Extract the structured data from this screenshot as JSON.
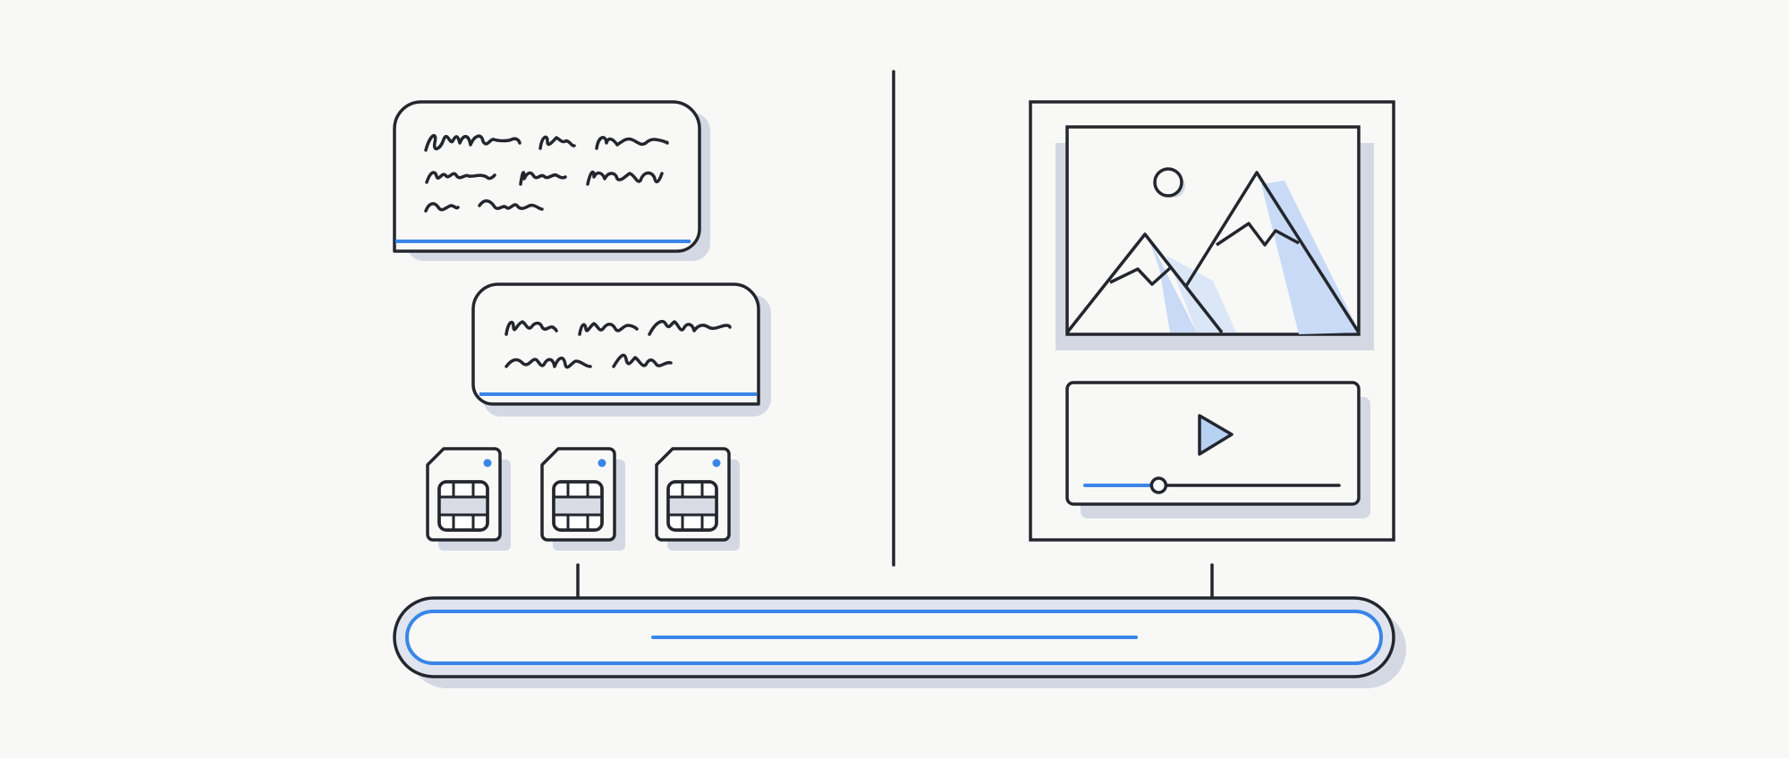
{
  "colors": {
    "background": "#f8f8f7",
    "stroke": "#23262d",
    "accent": "#3a86e8",
    "shadow": "#d4d8e3",
    "fill_light": "#c8daf5",
    "chip": "#d9dce4"
  },
  "left_panel": {
    "message_cards": [
      {
        "content": "handwritten-scribble-text",
        "lines": 3
      },
      {
        "content": "handwritten-scribble-text",
        "lines": 2
      }
    ],
    "sim_cards": [
      {
        "icon": "sim-card-icon",
        "status": "active"
      },
      {
        "icon": "sim-card-icon",
        "status": "active"
      },
      {
        "icon": "sim-card-icon",
        "status": "active"
      }
    ]
  },
  "right_panel": {
    "image_frame": {
      "icon": "mountain-landscape-icon"
    },
    "video_player": {
      "icon": "play-icon",
      "progress": 0.29
    }
  },
  "bottom_bar": {
    "icon": "progress-track"
  }
}
